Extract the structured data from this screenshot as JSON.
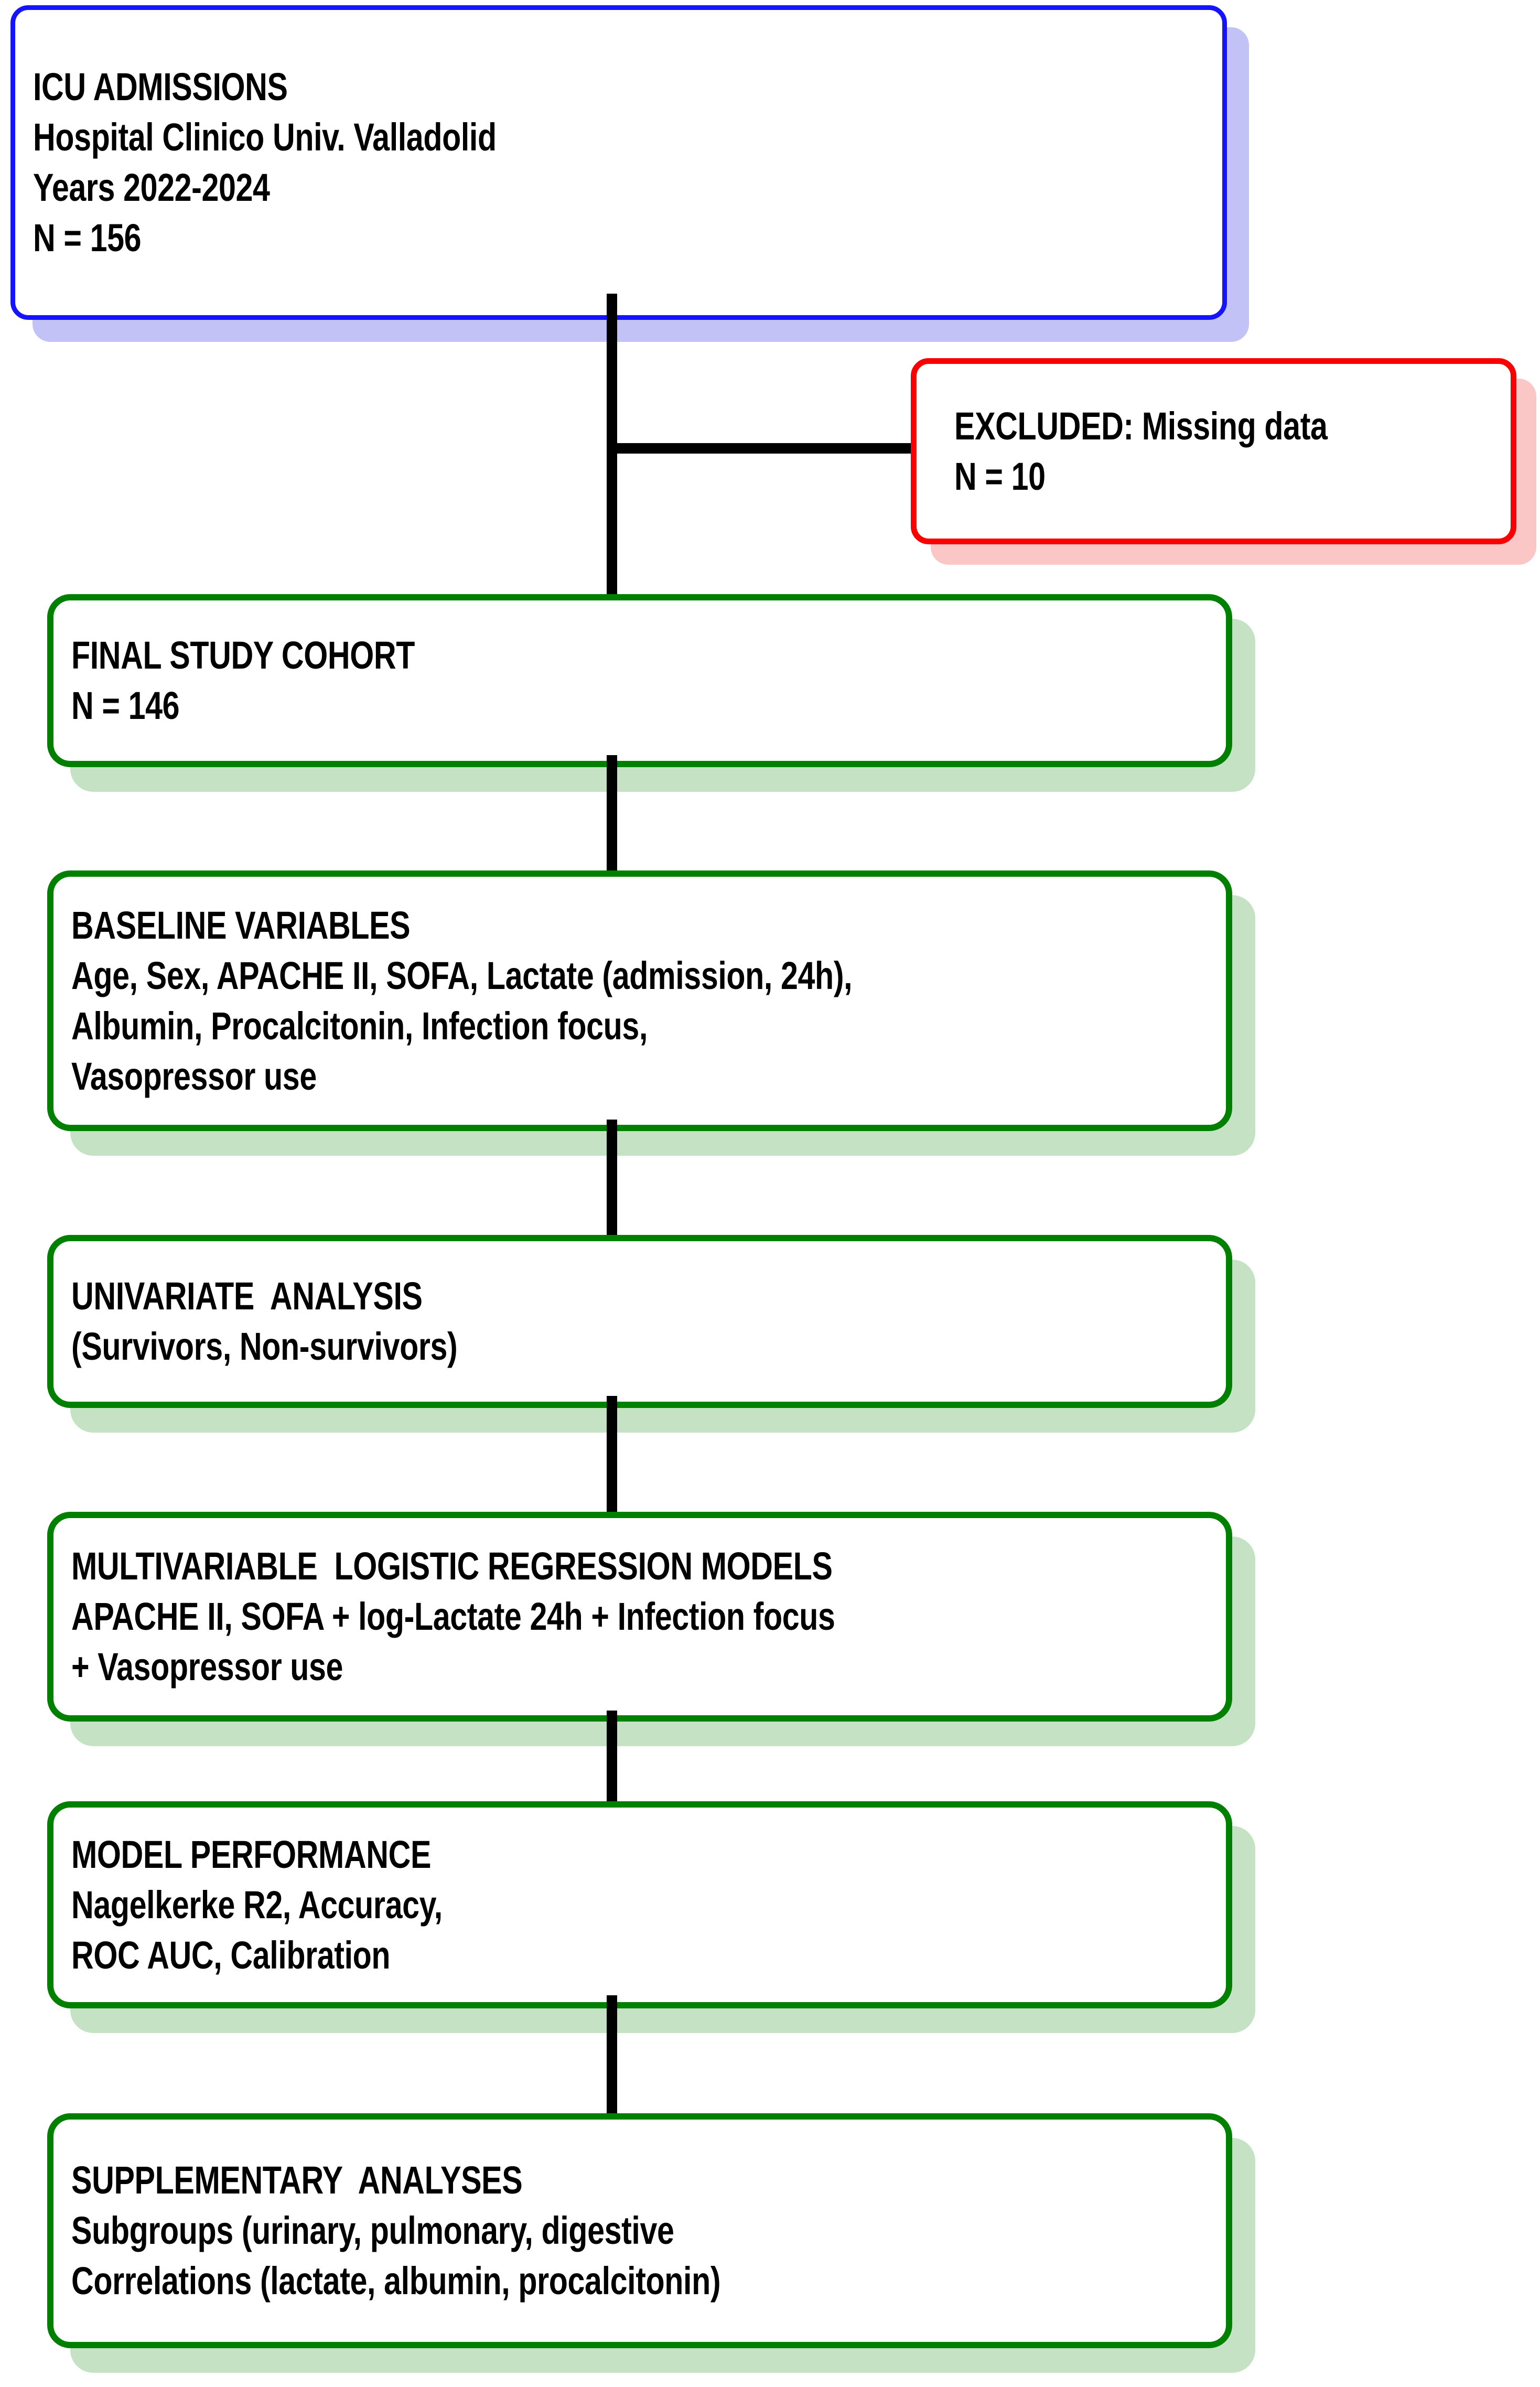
{
  "diagram": {
    "title": "ICU admissions study flowchart",
    "colors": {
      "start_border": "#1414ff",
      "start_shadow": "#c2c2f7",
      "exclusion_border": "#fb0000",
      "exclusion_shadow": "#fbc6c6",
      "process_border": "#008000",
      "process_shadow": "#c5e2c5",
      "connector": "#000000",
      "text": "#000000",
      "background": "#ffffff"
    }
  },
  "nodes": {
    "icu_admissions": {
      "lines": [
        "ICU ADMISSIONS",
        "Hospital Clinico Univ. Valladolid",
        "Years 2022-2024",
        "N = 156"
      ]
    },
    "excluded": {
      "lines": [
        "EXCLUDED: Missing data",
        "N = 10"
      ]
    },
    "final_cohort": {
      "lines": [
        "FINAL STUDY COHORT",
        "N = 146"
      ]
    },
    "baseline_variables": {
      "lines": [
        "BASELINE VARIABLES",
        "Age, Sex, APACHE II, SOFA, Lactate (admission, 24h),",
        "Albumin, Procalcitonin, Infection focus,",
        "Vasopressor use"
      ]
    },
    "univariate_analysis": {
      "lines": [
        "UNIVARIATE  ANALYSIS",
        "(Survivors, Non-survivors)"
      ]
    },
    "multivariable_models": {
      "lines": [
        "MULTIVARIABLE  LOGISTIC REGRESSION MODELS",
        "APACHE II, SOFA + log-Lactate 24h + Infection focus",
        "+ Vasopressor use"
      ]
    },
    "model_performance": {
      "lines": [
        "MODEL PERFORMANCE",
        "Nagelkerke R2, Accuracy,",
        "ROC AUC, Calibration"
      ]
    },
    "supplementary_analyses": {
      "lines": [
        "SUPPLEMENTARY  ANALYSES",
        "Subgroups (urinary, pulmonary, digestive",
        "Correlations (lactate, albumin, procalcitonin)"
      ]
    }
  }
}
